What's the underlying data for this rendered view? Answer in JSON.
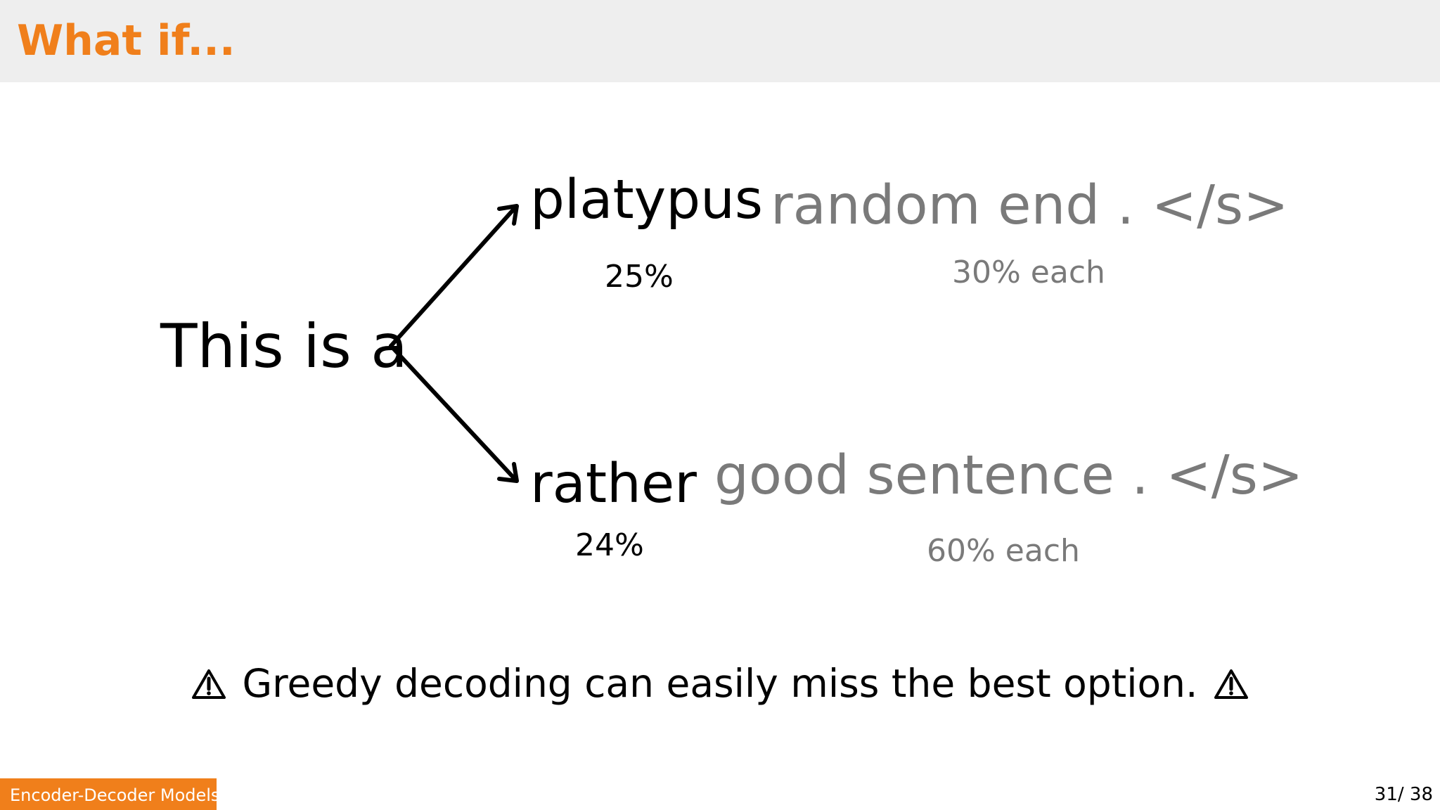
{
  "header": {
    "title": "What if..."
  },
  "diagram": {
    "stem": "This is a",
    "branches": [
      {
        "word": "platypus",
        "probability": "25%",
        "continuation": "random end . </s>",
        "continuation_probability": "30% each"
      },
      {
        "word": "rather",
        "probability": "24%",
        "continuation": "good sentence . </s>",
        "continuation_probability": "60% each"
      }
    ]
  },
  "warning": {
    "text": "Greedy decoding can easily miss the best option."
  },
  "footer": {
    "section": "Encoder-Decoder Models",
    "page": "31/ 38"
  },
  "colors": {
    "accent": "#f07f1b",
    "title_bar": "#eeeeee",
    "muted_text": "#7a7a7a",
    "main_text": "#000000"
  }
}
